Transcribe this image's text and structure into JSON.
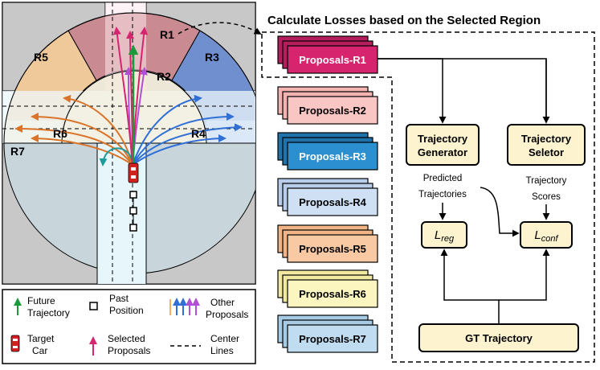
{
  "title": "Calculate Losses based on the Selected Region",
  "regions": {
    "r1": "R1",
    "r2": "R2",
    "r3": "R3",
    "r4": "R4",
    "r5": "R5",
    "r6": "R6",
    "r7": "R7"
  },
  "proposals": [
    {
      "label": "Proposals-R1",
      "front": "#d6246e",
      "back": "#b51e5d",
      "text": "#ffffff"
    },
    {
      "label": "Proposals-R2",
      "front": "#f9c6c4",
      "back": "#f3b3b0",
      "text": "#000000"
    },
    {
      "label": "Proposals-R3",
      "front": "#2c8fcf",
      "back": "#1f72aa",
      "text": "#ffffff"
    },
    {
      "label": "Proposals-R4",
      "front": "#cfe0f5",
      "back": "#b7cde9",
      "text": "#000000"
    },
    {
      "label": "Proposals-R5",
      "front": "#f8c9a3",
      "back": "#f0b486",
      "text": "#000000"
    },
    {
      "label": "Proposals-R6",
      "front": "#fbf5bf",
      "back": "#f2e9a0",
      "text": "#000000"
    },
    {
      "label": "Proposals-R7",
      "front": "#bfdcf0",
      "back": "#a7cbe4",
      "text": "#000000"
    }
  ],
  "blocks": {
    "generator": [
      "Trajectory",
      "Generator"
    ],
    "selector": [
      "Trajectory",
      "Seletor"
    ],
    "gt": "GT Trajectory"
  },
  "edge_labels": {
    "predicted": [
      "Predicted",
      "Trajectories"
    ],
    "scores": [
      "Trajectory",
      "Scores"
    ]
  },
  "losses": {
    "reg_main": "L",
    "reg_sub": "reg",
    "conf_main": "L",
    "conf_sub": "conf"
  },
  "legend": {
    "future": [
      "Future",
      "Trajectory"
    ],
    "past": [
      "Past",
      "Position"
    ],
    "other": [
      "Other",
      "Proposals"
    ],
    "target": [
      "Target",
      "Car"
    ],
    "selected": [
      "Selected",
      "Proposals"
    ],
    "center": [
      "Center",
      "Lines"
    ]
  },
  "colors": {
    "block_fill": "#fdf3cf",
    "region_r1": "#c98a91",
    "region_r3": "#6f8fcf",
    "region_r5": "#f0c99a",
    "future": "#1a9a3a",
    "selected": "#d6246e",
    "teal": "#1f9a9a"
  }
}
